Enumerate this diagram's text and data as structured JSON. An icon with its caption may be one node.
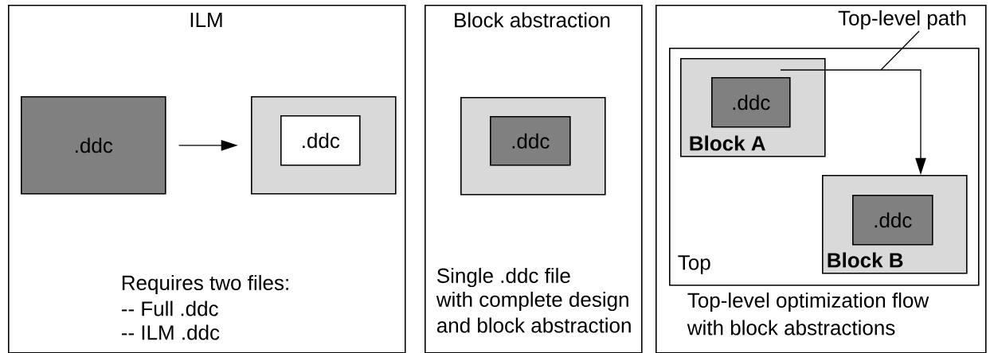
{
  "diagram": {
    "nodes": [
      {
        "text": [
          "ILM",
          "Requires two files:",
          "-- Full .ddc",
          "-- ILM .ddc"
        ]
      },
      {
        "text": [
          ".ddc"
        ],
        "in": 0
      },
      {
        "text": [],
        "shape": "box",
        "in": 0
      },
      {
        "text": [
          ".ddc"
        ],
        "in": 2
      },
      {
        "text": [
          "Block abstraction",
          "Single .ddc file",
          "with complete design",
          "and block abstraction"
        ]
      },
      {
        "text": [],
        "shape": "box",
        "in": 4
      },
      {
        "text": [
          ".ddc"
        ],
        "in": 5
      },
      {
        "text": [
          "Top-level optimization flow",
          "with block abstractions"
        ]
      },
      {
        "text": [
          "Top"
        ],
        "in": 7
      },
      {
        "text": [
          "Block A"
        ],
        "in": 8
      },
      {
        "text": [
          ".ddc"
        ],
        "in": 9
      },
      {
        "text": [
          "Block B"
        ],
        "in": 8
      },
      {
        "text": [
          ".ddc"
        ],
        "in": 11
      },
      {
        "text": [
          "Top-level path"
        ],
        "in": 7
      }
    ],
    "edges": [
      {
        "from": 1,
        "to": 2,
        "arrow": "to"
      },
      {
        "from": 9,
        "to": 11,
        "arrow": "to"
      },
      {
        "from": 13,
        "to": null,
        "arrow": "none"
      }
    ]
  }
}
